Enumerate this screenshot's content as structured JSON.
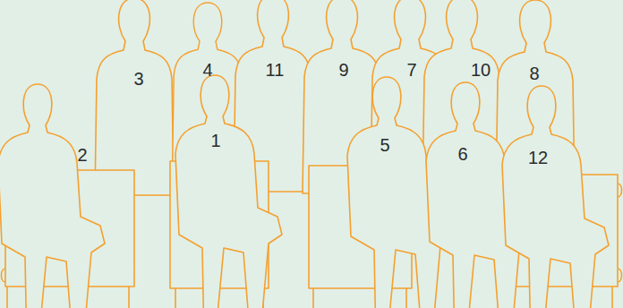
{
  "diagram": {
    "labels": [
      "3",
      "4",
      "11",
      "9",
      "7",
      "10",
      "8",
      "2",
      "1",
      "5",
      "6",
      "12"
    ]
  }
}
